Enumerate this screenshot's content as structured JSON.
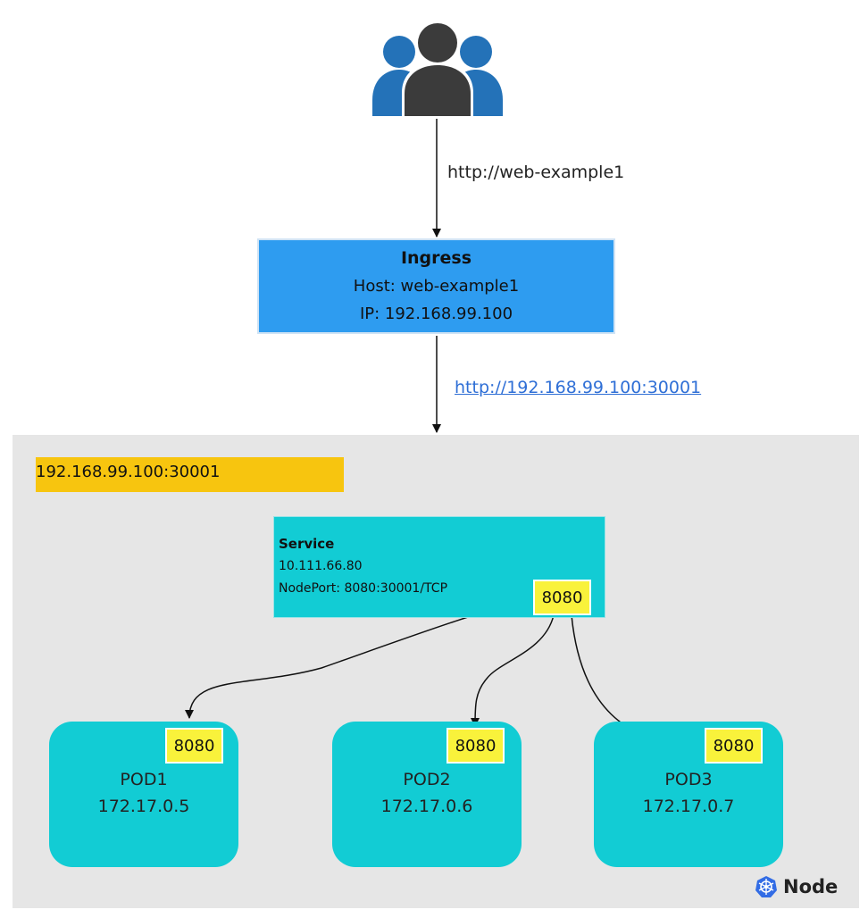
{
  "edges": {
    "users_to_ingress_label": "http://web-example1",
    "ingress_to_node_label": "http://192.168.99.100:30001"
  },
  "ingress": {
    "title": "Ingress",
    "host": "Host: web-example1",
    "ip": "IP: 192.168.99.100"
  },
  "node": {
    "address": "192.168.99.100:30001",
    "badge_label": "Node",
    "badge_icon": "kubernetes-helm-icon",
    "service": {
      "title": "Service",
      "cluster_ip": "10.111.66.80",
      "nodeport": "NodePort: 8080:30001/TCP",
      "port": "8080"
    },
    "pods": [
      {
        "name": "POD1",
        "ip": "172.17.0.5",
        "port": "8080"
      },
      {
        "name": "POD2",
        "ip": "172.17.0.6",
        "port": "8080"
      },
      {
        "name": "POD3",
        "ip": "172.17.0.7",
        "port": "8080"
      }
    ]
  },
  "colors": {
    "ingress_fill": "#2e9cf0",
    "node_panel": "#e6e6e6",
    "address_fill": "#f7c50f",
    "service_fill": "#12ccd4",
    "pod_fill": "#12ccd4",
    "port_fill": "#f9f23b",
    "link": "#2f6fd6",
    "user_front": "#3b3b3b",
    "user_back": "#2472b8"
  }
}
